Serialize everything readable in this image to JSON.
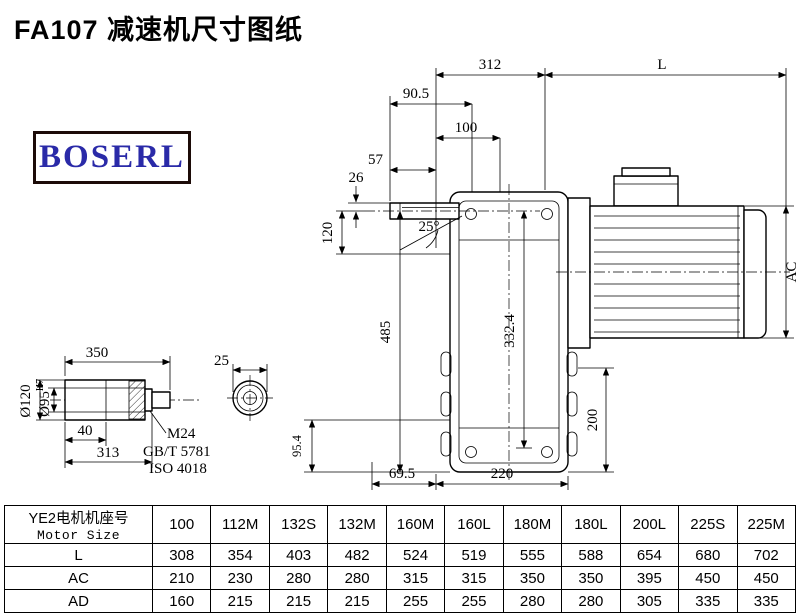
{
  "title": "FA107 减速机尺寸图纸",
  "logo": "BOSERL",
  "dims": {
    "top_312": "312",
    "top_L": "L",
    "d90_5": "90.5",
    "d100": "100",
    "d57": "57",
    "d26": "26",
    "d120": "120",
    "angle": "25°",
    "d485": "485",
    "d332_4": "332.4",
    "dAC": "AC",
    "d200": "200",
    "d95_4": "95.4",
    "d69_5": "69.5",
    "d220": "220",
    "d350": "350",
    "d25": "25",
    "d40": "40",
    "d313": "313",
    "m24": "M24",
    "gbt": "GB/T 5781",
    "iso": "ISO 4018",
    "phi120": "Ø120",
    "phi95": "Ø95",
    "phi95_sup": "H7"
  },
  "table": {
    "header_cn": "YE2电机机座号",
    "header_en": "Motor Size",
    "columns": [
      "100",
      "112M",
      "132S",
      "132M",
      "160M",
      "160L",
      "180M",
      "180L",
      "200L",
      "225S",
      "225M"
    ],
    "rows": [
      {
        "label": "L",
        "values": [
          "308",
          "354",
          "403",
          "482",
          "524",
          "519",
          "555",
          "588",
          "654",
          "680",
          "702"
        ]
      },
      {
        "label": "AC",
        "values": [
          "210",
          "230",
          "280",
          "280",
          "315",
          "315",
          "350",
          "350",
          "395",
          "450",
          "450"
        ]
      },
      {
        "label": "AD",
        "values": [
          "160",
          "215",
          "215",
          "215",
          "255",
          "255",
          "280",
          "280",
          "305",
          "335",
          "335"
        ]
      }
    ]
  }
}
